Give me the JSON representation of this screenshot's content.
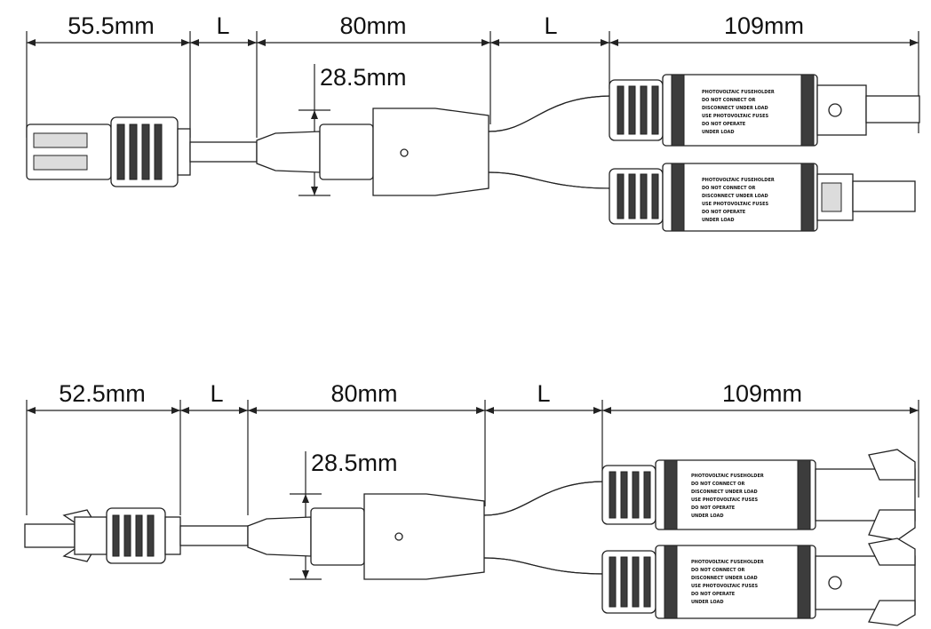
{
  "diagrams": [
    {
      "id": "top",
      "dims": [
        "55.5mm",
        "L",
        "80mm",
        "L",
        "109mm"
      ],
      "height_dim": "28.5mm"
    },
    {
      "id": "bottom",
      "dims": [
        "52.5mm",
        "L",
        "80mm",
        "L",
        "109mm"
      ],
      "height_dim": "28.5mm"
    }
  ],
  "fuse_label_lines": [
    "PHOTOVOLTAIC FUSEHOLDER",
    "DO NOT CONNECT OR",
    "DISCONNECT UNDER LOAD",
    "USE PHOTOVOLTAIC FUSES",
    "DO NOT OPERATE",
    "UNDER LOAD"
  ]
}
